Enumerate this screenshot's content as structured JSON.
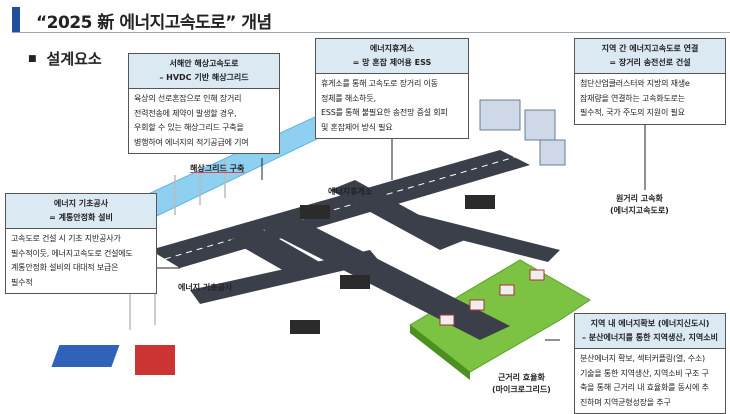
{
  "header": {
    "title": "“2025 新 에너지고속도로” 개념"
  },
  "section": {
    "bullet": "■",
    "title": "설계요소"
  },
  "boxes": {
    "offshore": {
      "title1": "서해안 해상고속도로",
      "title2": "– HVDC 기반 해상그리드",
      "body": [
        "육상의 선로혼잡으로 인해 장거리",
        "전력전송에 제약이 발생할 경우,",
        "우회할 수 있는 해상그리드 구축을",
        "병행하여 에너지의 적기공급에 기여"
      ]
    },
    "rest_area": {
      "title1": "에너지휴게소",
      "title2": "= 망 혼잡 제어용 ESS",
      "body": [
        "휴게소를 통해 고속도로 장거리 이동",
        "정체를 해소하듯,",
        "ESS를 통해 불필요한 송전망 증설 회피",
        "및 혼잡제어 방식 필요"
      ]
    },
    "interregional": {
      "title1": "지역 간 에너지고속도로 연결",
      "title2": "= 장거리 송전선로 건설",
      "body": [
        "첨단산업클러스터와 지방의 재생e",
        "잠재량을 연결하는 고속화도로는",
        "필수적, 국가 주도의 지원이 필요"
      ]
    },
    "foundation": {
      "title1": "에너지 기초공사",
      "title2": "= 계통안정화 설비",
      "body": [
        "고속도로 건설 시 기초 지반공사가",
        "필수적이듯, 에너지고속도로 건설에도",
        "계통안정화 설비의 대대적 보급은",
        "필수적"
      ]
    },
    "local": {
      "title1": "지역 내 에너지확보 (에너지신도시)",
      "title2": "– 분산에너지를 통한 지역생산, 지역소비",
      "body": [
        "분산에너지 확보, 섹터커플링(열, 수소)",
        "기술을 통한 지역생산, 지역소비 구조 구",
        "축을 통해 근거리 내 효율화를 동시에 추",
        "진하며 지역균형성장을 추구"
      ]
    }
  },
  "labels": {
    "offshore_grid": "해상그리드 구축",
    "rest_area": "에너지휴게소",
    "long_distance1": "원거리 고속화",
    "long_distance2": "(에너지고속도로)",
    "foundation": "에너지 기초공사",
    "short_distance1": "근거리 효율화",
    "short_distance2": "(마이크로그리드)"
  },
  "colors": {
    "accent": "#1f4e9c",
    "box_header": "#dbe9f3",
    "road": "#3a3f4a",
    "sea": "#8fd0f0",
    "land": "#7cc243"
  }
}
